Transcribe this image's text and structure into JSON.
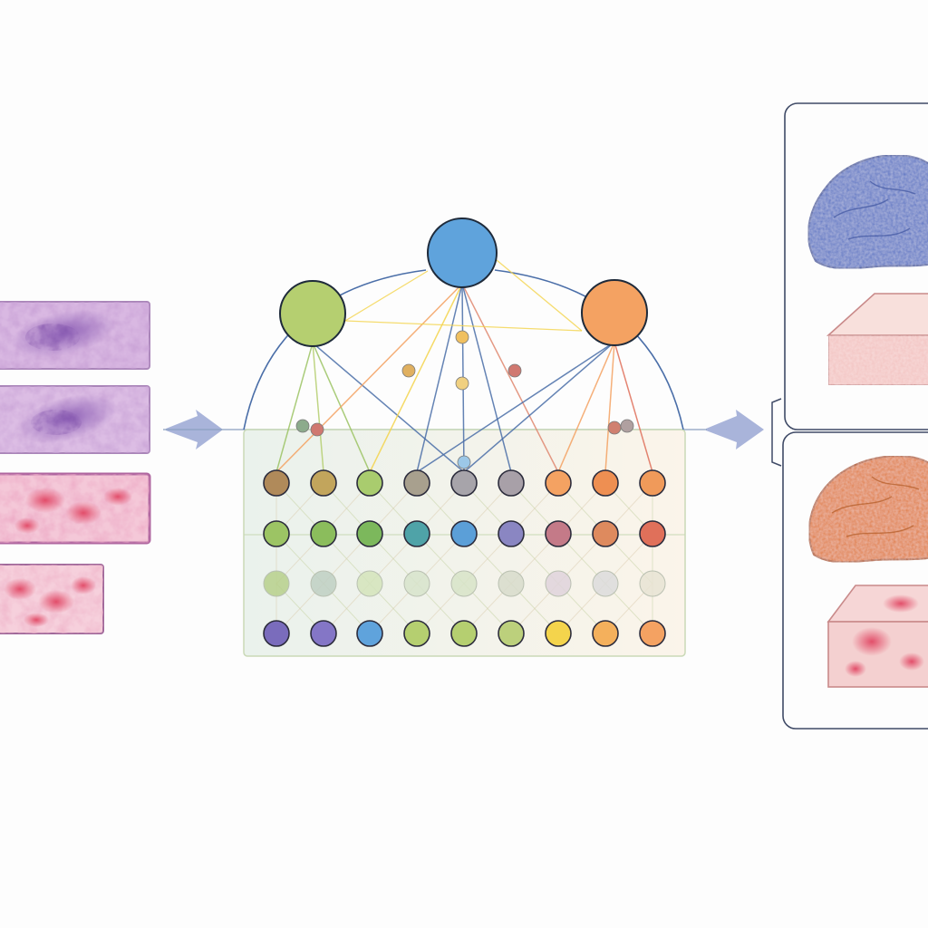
{
  "colors": {
    "background": "#fdfdfd",
    "arrow": "#a9b4da",
    "panel_border": "#3f4a66",
    "grid_fill": "#eef3ee",
    "grid_stroke": "#c8d8b4",
    "top_green": "#b5cf70",
    "top_blue": "#5fa3dc",
    "top_orange": "#f4a262",
    "slide_purple": "#caa5d6",
    "slide_pink": "#f0b8cc",
    "blob_blue": "#5b74c4",
    "blob_orange": "#e07c3e",
    "block_pink": "#f3c3c1"
  },
  "icons": {
    "input_arrow": "chevron-right-arrow-icon",
    "output_arrow": "chevron-right-arrow-icon",
    "output_bracket": "bracket-icon"
  },
  "input_slides": [
    {
      "stain": "purple-stained-tissue"
    },
    {
      "stain": "purple-stained-tissue"
    },
    {
      "stain": "pink-stained-tissue"
    },
    {
      "stain": "pink-stained-tissue"
    }
  ],
  "network": {
    "top_nodes": [
      {
        "color": "#b5cf70"
      },
      {
        "color": "#5fa3dc"
      },
      {
        "color": "#f4a262"
      }
    ],
    "grid_rows": [
      [
        "#b08a5a",
        "#c2a55c",
        "#a9cc6e",
        "#a8a08e",
        "#a7a4aa",
        "#a8a0a8",
        "#f4a262",
        "#ee8f52",
        "#f09a5a"
      ],
      [
        "#9cc464",
        "#8bbd5c",
        "#7cb85c",
        "#4fa3a8",
        "#5b9fd8",
        "#8a86c2",
        "#c47a88",
        "#de8a5e",
        "#e0705a"
      ],
      [
        "#b8d08c",
        "#c0d0c4",
        "#d4e4bc",
        "#d8e4cc",
        "#d8e4c8",
        "#d8dccc",
        "#e0d4dc",
        "#dcdcdc",
        "#e8e4d4"
      ],
      [
        "#7a6cbc",
        "#8476c6",
        "#5fa3dc",
        "#b5cf70",
        "#b5cf70",
        "#bcd07c",
        "#f4d44c",
        "#f4b05c",
        "#f4a262"
      ]
    ]
  },
  "outputs": [
    {
      "shape": "blue-brain-blob"
    },
    {
      "shape": "pink-tissue-block"
    },
    {
      "shape": "orange-brain-blob"
    },
    {
      "shape": "red-spotted-tissue-block"
    }
  ]
}
